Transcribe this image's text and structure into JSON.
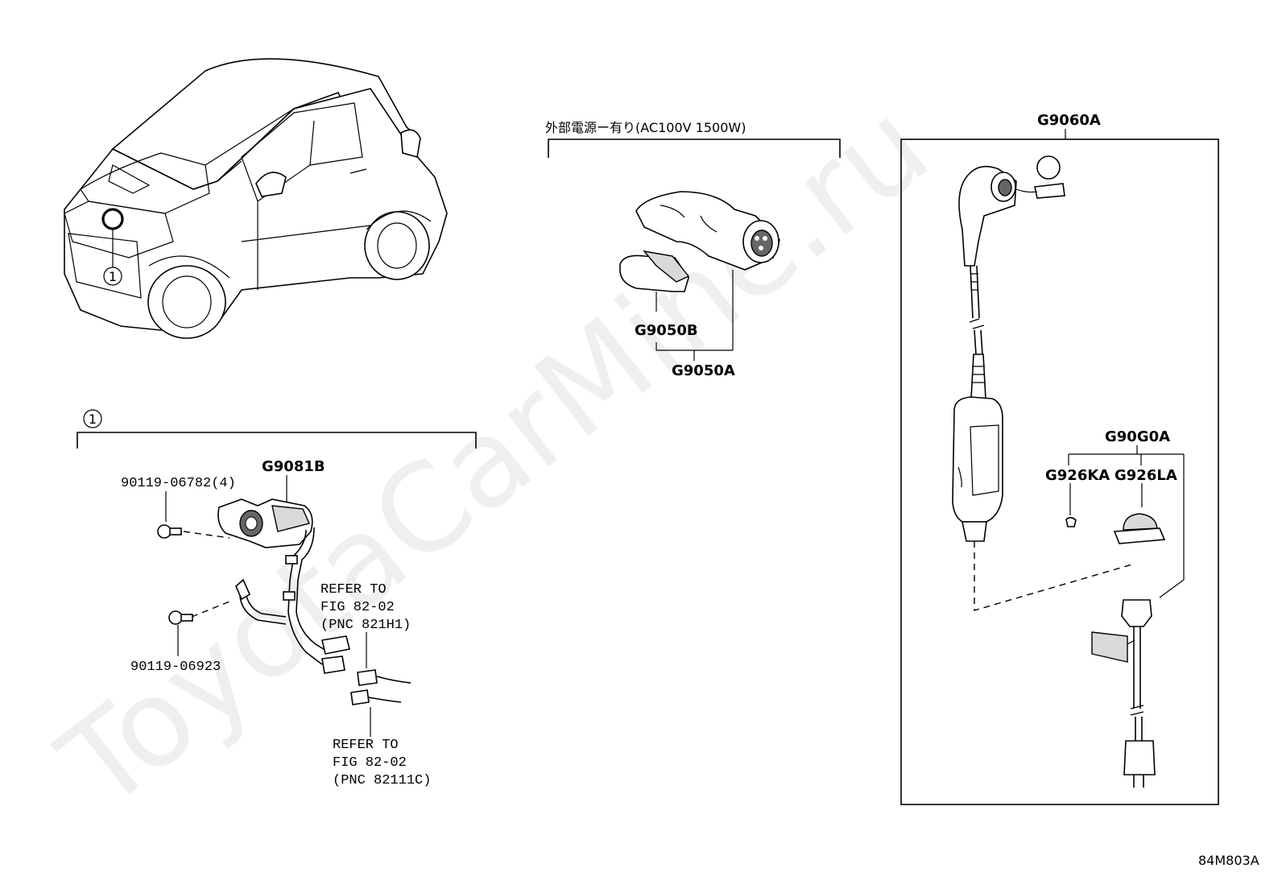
{
  "watermark": "ToyotaCarMine.ru",
  "figure_code": "84M803A",
  "callout_number": "1",
  "car": {},
  "ext_power": {
    "heading": "外部電源ー有り(AC100V  1500W)",
    "label_b": "G9050B",
    "label_a": "G9050A"
  },
  "charger_kit": {
    "label": "G9060A",
    "group_label": "G90G0A",
    "label_ka": "G926KA",
    "label_la": "G926LA"
  },
  "inlet": {
    "label_g9081b": "G9081B",
    "bolt1": "90119-06782(4)",
    "bolt2": "90119-06923",
    "ref1_line1": "REFER TO",
    "ref1_line2": "FIG 82-02",
    "ref1_line3": "(PNC 821H1)",
    "ref2_line1": "REFER TO",
    "ref2_line2": "FIG 82-02",
    "ref2_line3": "(PNC 82111C)"
  }
}
